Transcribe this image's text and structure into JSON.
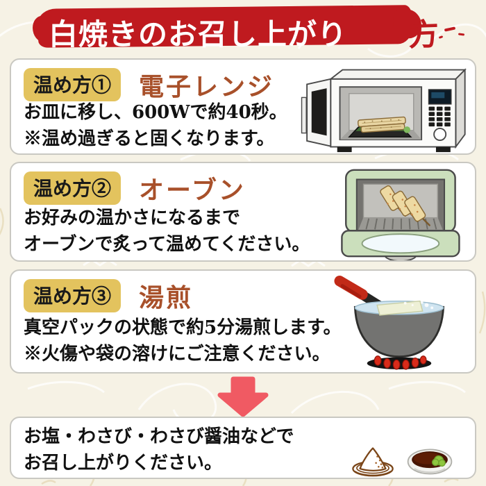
{
  "title": {
    "main": "白焼きのお召し上がり",
    "tail": "方"
  },
  "sections": [
    {
      "badge": "温め方①",
      "heading": "電子レンジ",
      "lines": [
        "お皿に移し、600Wで約40秒。",
        "※温め過ぎると固くなります。"
      ],
      "illustration": "microwave-icon"
    },
    {
      "badge": "温め方②",
      "heading": "オーブン",
      "lines": [
        "お好みの温かさになるまで",
        "オーブンで炙って温めてください。"
      ],
      "illustration": "toaster-oven-icon"
    },
    {
      "badge": "温め方③",
      "heading": "湯煎",
      "lines": [
        "真空パックの状態で約5分湯煎します。",
        "※火傷や袋の溶けにご注意ください。"
      ],
      "illustration": "boiling-pot-icon"
    }
  ],
  "serving": {
    "lines": [
      "お塩・わさび・わさび醤油などで",
      "お召し上がりください。"
    ],
    "icons": [
      "salt-plate-icon",
      "soy-sauce-bowl-icon"
    ]
  },
  "colors": {
    "background": "#f6f2e5",
    "banner_red": "#bf1a1f",
    "badge_gold": "#e3c35e",
    "heading_brown": "#a8502a",
    "arrow_coral": "#f05a63",
    "card_border": "#c9c8c2",
    "oven_green": "#cbdfbc",
    "water_blue": "#cfe4f0"
  }
}
